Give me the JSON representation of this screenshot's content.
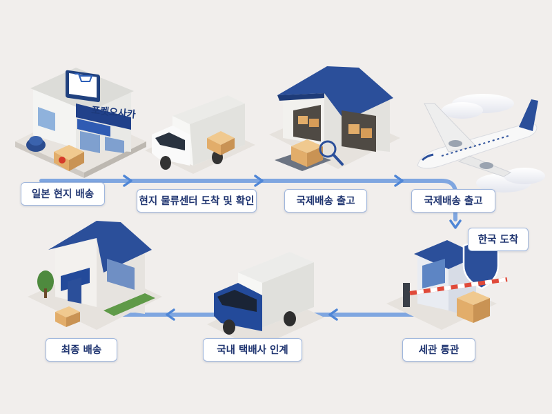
{
  "diagram": {
    "store_sign": "포켓오사카",
    "steps": [
      {
        "id": "s1",
        "label": "일본 현지 배송"
      },
      {
        "id": "s2",
        "label": "현지 물류센터 도착 및 확인"
      },
      {
        "id": "s3",
        "label": "국제배송 출고"
      },
      {
        "id": "s4",
        "label": "국제배송 출고"
      },
      {
        "id": "s5",
        "label": "한국 도착"
      },
      {
        "id": "s6",
        "label": "세관 통관"
      },
      {
        "id": "s7",
        "label": "국내 택배사 인계"
      },
      {
        "id": "s8",
        "label": "최종 배송"
      }
    ]
  },
  "colors": {
    "navy": "#1f3f86",
    "flow": "#5b8fd8",
    "label_text": "#1f3470",
    "box": "#e3b67c"
  }
}
